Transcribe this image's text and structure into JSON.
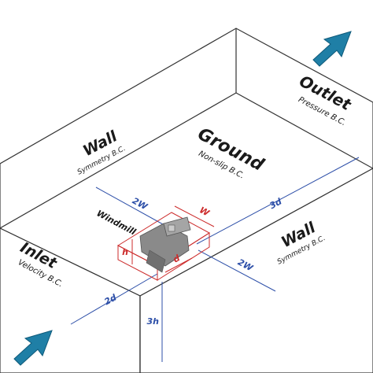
{
  "labels": {
    "wall_back": "Wall",
    "wall_back_bc": "Symmetry B.C.",
    "ground": "Ground",
    "ground_bc": "Non-slip B.C.",
    "outlet": "Outlet",
    "outlet_bc": "Pressure B.C.",
    "inlet": "Inlet",
    "inlet_bc": "Velocity B.C.",
    "wall_front": "Wall",
    "wall_front_bc": "Symmetry B.C.",
    "windmill": "Windmill"
  },
  "dimensions": {
    "two_w_left": "2W",
    "two_w_right": "2W",
    "three_d": "3d",
    "two_d": "2d",
    "three_h": "3h",
    "w": "W",
    "h": "h",
    "d": "d"
  },
  "colors": {
    "line": "#333333",
    "dimension_blue": "#2d4fa8",
    "dimension_red": "#cc2b2b",
    "arrow_teal": "#1f7fa6",
    "windmill_gray": "#8a8a8a"
  },
  "icons": {
    "flow_arrow_in": "arrow-up-right-icon",
    "flow_arrow_out": "arrow-up-right-icon"
  }
}
